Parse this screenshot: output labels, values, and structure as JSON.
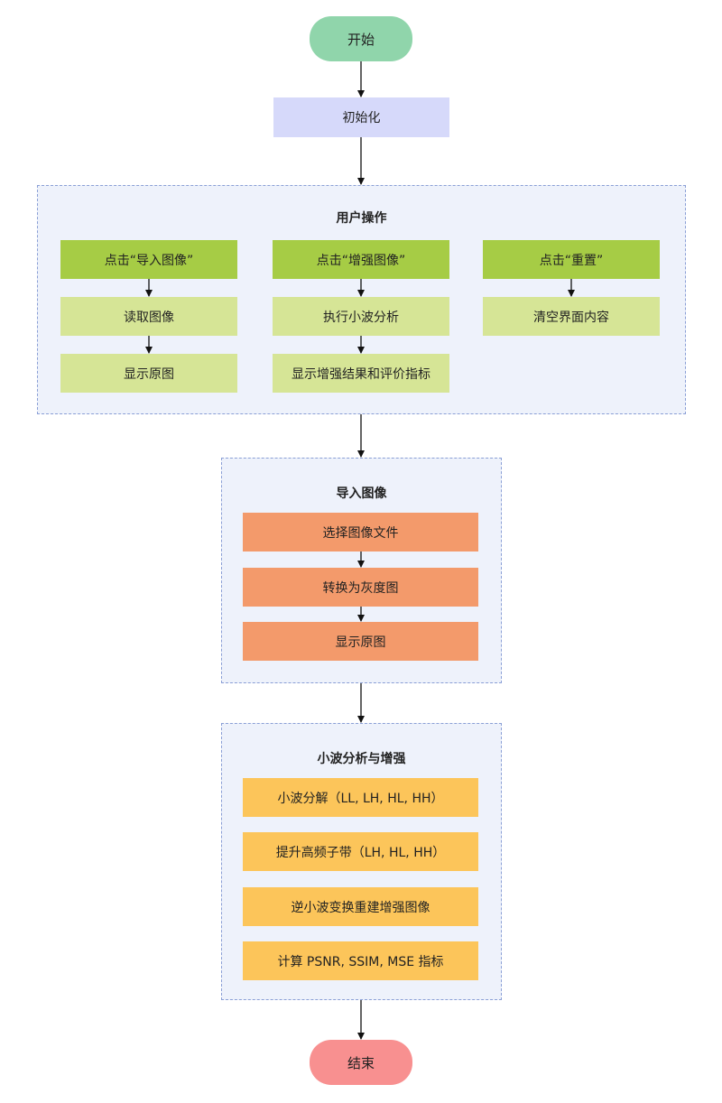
{
  "start": "开始",
  "init": "初始化",
  "user_ops": {
    "title": "用户操作",
    "col1": [
      "点击“导入图像”",
      "读取图像",
      "显示原图"
    ],
    "col2": [
      "点击“增强图像”",
      "执行小波分析",
      "显示增强结果和评价指标"
    ],
    "col3": [
      "点击“重置”",
      "清空界面内容"
    ]
  },
  "import_image": {
    "title": "导入图像",
    "steps": [
      "选择图像文件",
      "转换为灰度图",
      "显示原图"
    ]
  },
  "wavelet": {
    "title": "小波分析与增强",
    "steps": [
      "小波分解（LL, LH, HL, HH）",
      "提升高频子带（LH, HL, HH）",
      "逆小波变换重建增强图像",
      "计算 PSNR, SSIM, MSE 指标"
    ]
  },
  "end": "结束",
  "colors": {
    "start": "#90d5ab",
    "end": "#f89090",
    "init": "#d6d9fa",
    "group_bg": "#eef2fb",
    "group_border": "#8a9fd6",
    "trigger": "#a6cc45",
    "action": "#d6e596",
    "import_step": "#f39a6b",
    "wavelet_step": "#fcc55a"
  }
}
